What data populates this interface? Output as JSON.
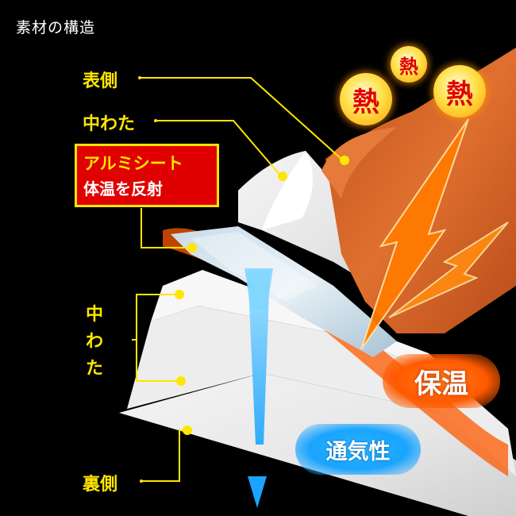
{
  "title": "素材の構造",
  "labels": {
    "outer": "表側",
    "middle_top": "中わた",
    "middle_side": "中わた",
    "inner": "裏側"
  },
  "aluminum": {
    "name": "アルミシート",
    "desc": "体温を反射"
  },
  "heat_bubbles": [
    "熱",
    "熱",
    "熱"
  ],
  "badges": {
    "warmth": "保温",
    "breathability": "通気性"
  },
  "colors": {
    "label_yellow": "#ffe600",
    "aluminum_box": "#e00000",
    "outer_fabric": "#d4622a",
    "warmth_glow": "#ff5a00",
    "breath_blue": "#1aa4ff"
  }
}
